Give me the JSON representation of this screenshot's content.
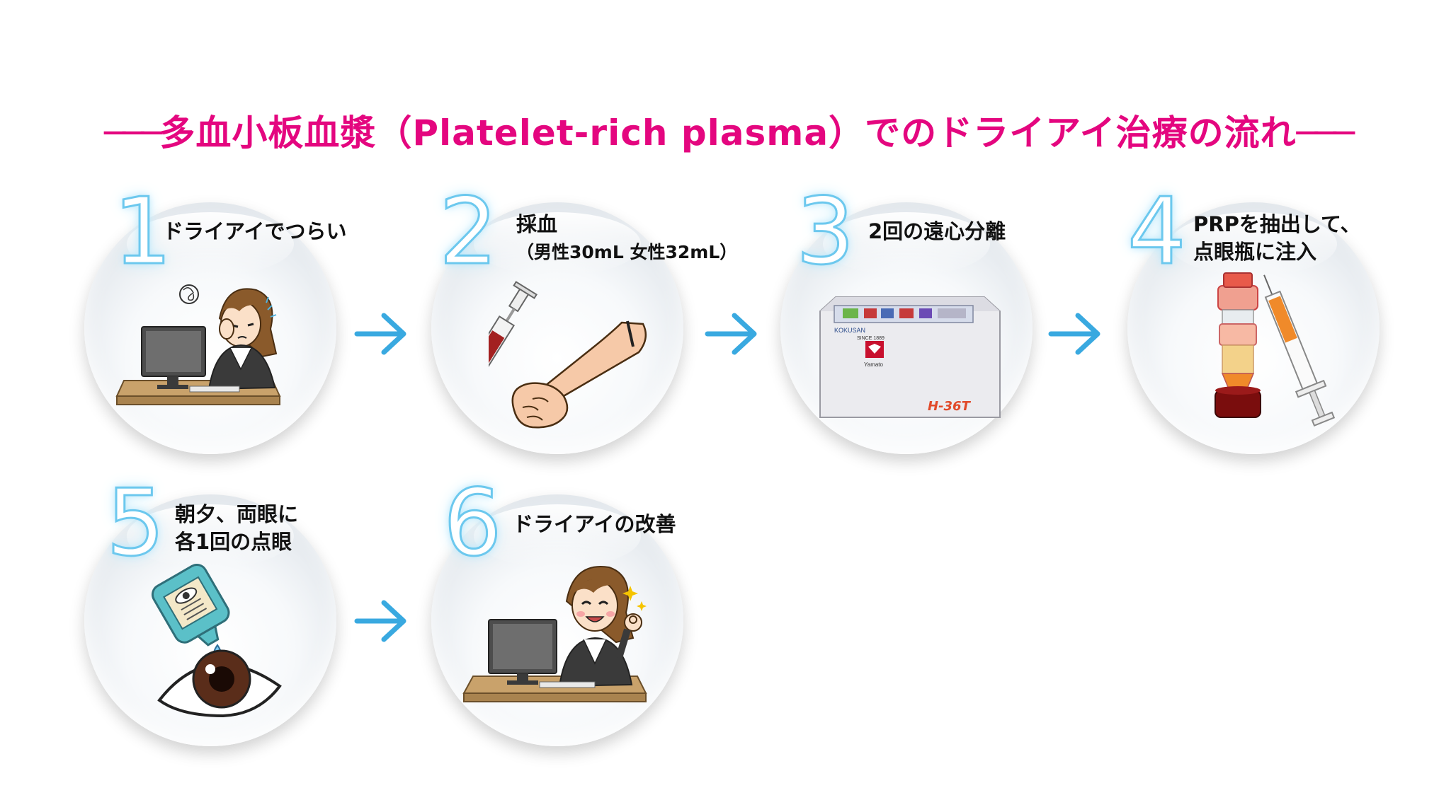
{
  "title": "多血小板血漿（Platelet-rich plasma）でのドライアイ治療の流れ",
  "title_dash": "───",
  "accent_color": "#e4067f",
  "number_color": "#6cc8ee",
  "arrow_color": "#39a9e0",
  "steps": [
    {
      "number": "1",
      "line1": "ドライアイでつらい",
      "line2": ""
    },
    {
      "number": "2",
      "line1": "採血",
      "line2": "（男性30mL 女性32mL）"
    },
    {
      "number": "3",
      "line1": "2回の遠心分離",
      "line2": ""
    },
    {
      "number": "4",
      "line1": "PRPを抽出して、",
      "line2": "点眼瓶に注入"
    },
    {
      "number": "5",
      "line1": "朝夕、両眼に",
      "line2": "各1回の点眼"
    },
    {
      "number": "6",
      "line1": "ドライアイの改善",
      "line2": ""
    }
  ],
  "centrifuge": {
    "model": "H-36T",
    "brand": "KOKUSAN",
    "maker": "Yamato",
    "since": "SINCE 1889"
  }
}
